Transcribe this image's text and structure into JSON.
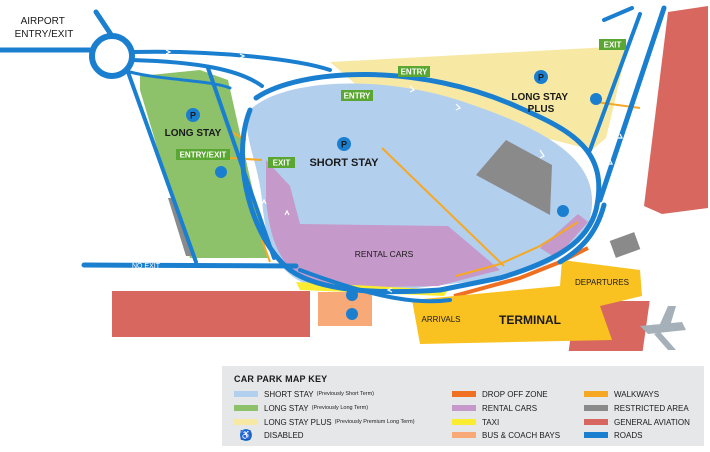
{
  "labels": {
    "airport_entry_exit": [
      "AIRPORT",
      "ENTRY/EXIT"
    ],
    "long_stay": "LONG STAY",
    "short_stay": "SHORT STAY",
    "long_stay_plus": [
      "LONG STAY",
      "PLUS"
    ],
    "rental_cars": "RENTAL CARS",
    "departures": "DEPARTURES",
    "arrivals": "ARRIVALS",
    "terminal": "TERMINAL",
    "no_exit": "NO EXIT",
    "parking_symbol": "P"
  },
  "signs": {
    "exit_top_right": "EXIT",
    "entry_top": "ENTRY",
    "entry_mid": "ENTRY",
    "entry_exit_long_stay": "ENTRY/EXIT",
    "exit_short_stay": "EXIT"
  },
  "key": {
    "title": "CAR PARK MAP KEY",
    "items": [
      {
        "label": "SHORT STAY",
        "note": "(Previously Short Term)",
        "color": "#b3cfee"
      },
      {
        "label": "LONG STAY",
        "note": "(Previously Long Term)",
        "color": "#8dc26b"
      },
      {
        "label": "LONG STAY PLUS",
        "note": "(Previously Premium Long Term)",
        "color": "#f7e9a4"
      },
      {
        "label": "DISABLED",
        "note": "",
        "color": "#1b7fd0"
      },
      {
        "label": "DROP OFF ZONE",
        "note": "",
        "color": "#f07021"
      },
      {
        "label": "RENTAL CARS",
        "note": "",
        "color": "#c599c9"
      },
      {
        "label": "TAXI",
        "note": "",
        "color": "#f9ec31"
      },
      {
        "label": "BUS & COACH BAYS",
        "note": "",
        "color": "#f7a978"
      },
      {
        "label": "WALKWAYS",
        "note": "",
        "color": "#f7a823"
      },
      {
        "label": "RESTRICTED AREA",
        "note": "",
        "color": "#8a8a8a"
      },
      {
        "label": "GENERAL AVIATION",
        "note": "",
        "color": "#d8685f"
      },
      {
        "label": "ROADS",
        "note": "",
        "color": "#1b7fd0"
      }
    ]
  },
  "colors": {
    "road": "#1b7fd0",
    "short_stay": "#b3cfee",
    "long_stay": "#8dc26b",
    "long_stay_plus": "#f7e9a4",
    "rental": "#c599c9",
    "walkway": "#f7a823",
    "terminal": "#f9c220",
    "restricted": "#8a8a8a",
    "aviation": "#d8685f",
    "taxi": "#f9ec31",
    "bus": "#f7a978",
    "drop_off": "#f07021",
    "sign_green": "#5aa632"
  }
}
